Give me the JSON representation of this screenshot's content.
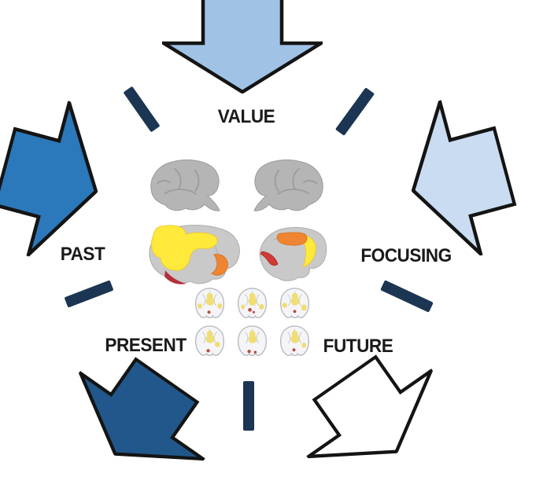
{
  "figure": {
    "background_color": "#ffffff",
    "labels": {
      "value": "VALUE",
      "past": "PAST",
      "focusing": "FOCUSING",
      "present": "PRESENT",
      "future": "FUTURE"
    },
    "label_color": "#1a1a1a",
    "arrows": {
      "outline": "#141414",
      "value": {
        "fill": "#9FC2E5",
        "direction": "down-toward-center"
      },
      "focusing": {
        "fill": "#C9DCF1",
        "direction": "left-toward-center"
      },
      "past": {
        "fill": "#2B78BA",
        "direction": "right-toward-center"
      },
      "present": {
        "fill": "#21578A",
        "direction": "down-left-outward"
      },
      "future": {
        "fill": "#FFFFFF",
        "direction": "down-right-outward"
      }
    },
    "tick_color": "#1B3553",
    "brains": {
      "cortex_gray": "#b5b5b6",
      "inflated_gray": "#c9c9ca",
      "slice_fill": "#f5f5f7",
      "slice_outline": "#b8bac2",
      "activation_yellow": "#FFE93B",
      "activation_orange": "#EF8532",
      "activation_red": "#D03A34",
      "activation_dark_red": "#B4303C",
      "slice_yellow": "#F0DD74",
      "slice_red": "#BC4A42"
    }
  }
}
